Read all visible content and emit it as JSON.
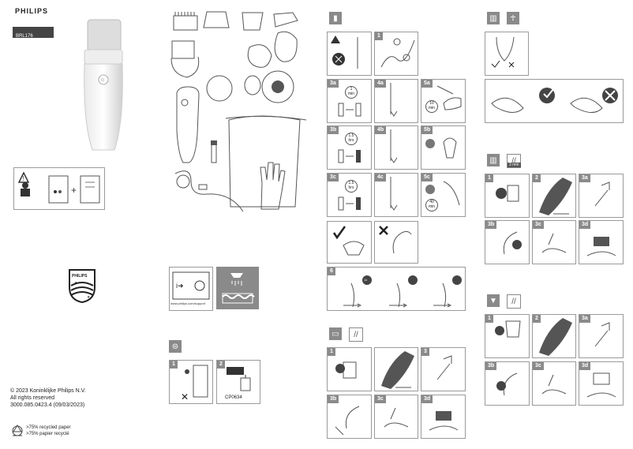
{
  "brand": "PHILIPS",
  "model": "BRL176",
  "footer": {
    "copyright": "© 2023 Koninklijke Philips N.V.",
    "rights": "All rights reserved",
    "doc_number": "3000.085.0423.4 (09/03/2023)",
    "recycled_en": ">75% recycled paper",
    "recycled_fr": ">75% papier recyclé"
  },
  "support_url": "www.philips.com/support",
  "part_code": "CP0634",
  "steps": {
    "s1": "1",
    "s2": "2",
    "s3a": "3a",
    "s4a": "4a",
    "s5a": "5a",
    "s3b": "3b",
    "s4b": "4b",
    "s5b": "5b",
    "s3c": "3c",
    "s4c": "4c",
    "s5c": "5c",
    "s6": "6",
    "s3": "3",
    "s3d": "3d"
  },
  "times": {
    "t1_a": "1",
    "t1_b": "min",
    "t10_a": "10",
    "t10_b": "min",
    "t15_a": "1.5",
    "t15_b": "hrs",
    "t40_a": "40",
    "t40_b": "min"
  },
  "labels": {
    "one_x": "1x",
    "mm3": "3 mm"
  },
  "colors": {
    "accent_gray": "#8a8a8a",
    "frame": "#9a9a9a"
  }
}
